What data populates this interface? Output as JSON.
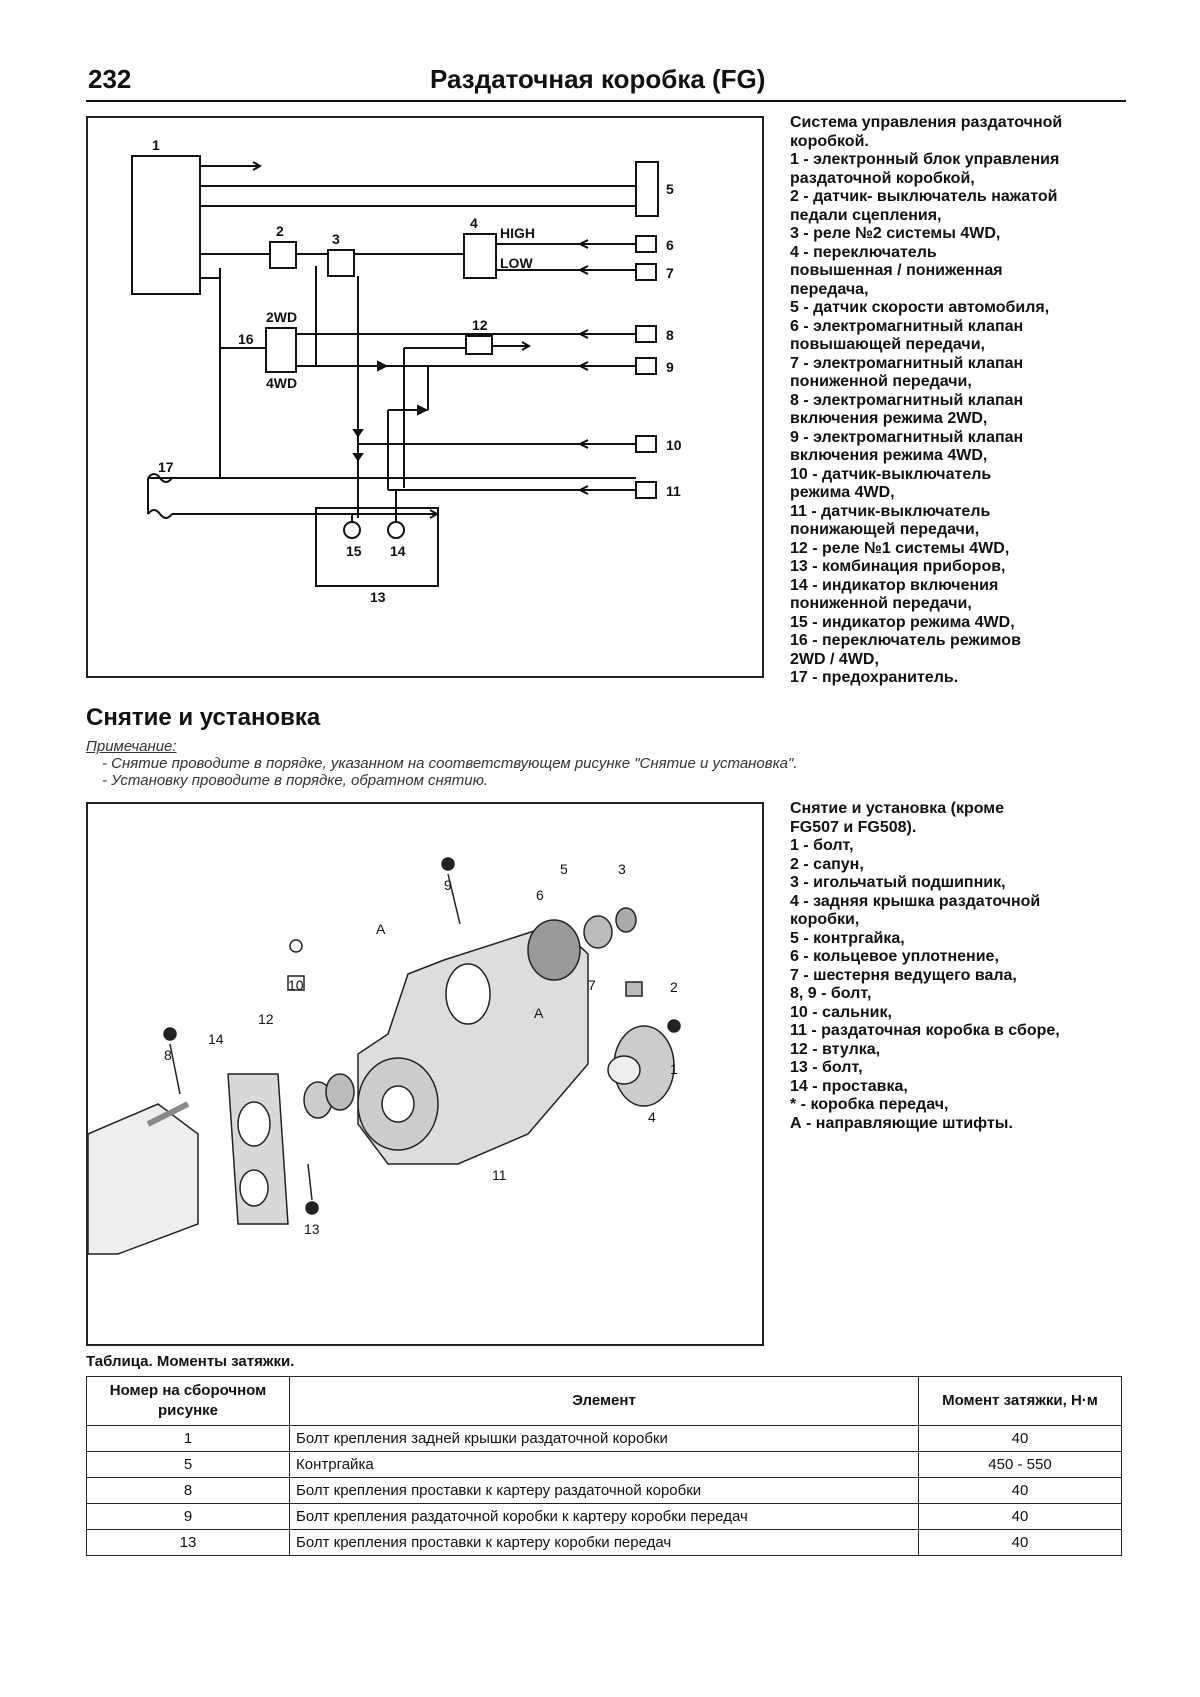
{
  "header": {
    "page_number": "232",
    "title": "Раздаточная коробка (FG)"
  },
  "scheme": {
    "labels": {
      "n1": "1",
      "n2": "2",
      "n3": "3",
      "n4": "4",
      "n5": "5",
      "n6": "6",
      "n7": "7",
      "n8": "8",
      "n9": "9",
      "n10": "10",
      "n11": "11",
      "n12": "12",
      "n13": "13",
      "n14": "14",
      "n15": "15",
      "n16": "16",
      "n17": "17",
      "high": "HIGH",
      "low": "LOW",
      "mode2wd": "2WD",
      "mode4wd": "4WD"
    },
    "legend": [
      "Система управления раздаточной",
      "коробкой.",
      "1 - электронный блок управления",
      "раздаточной коробкой,",
      "2 - датчик- выключатель нажатой",
      "педали сцепления,",
      "3 - реле №2 системы 4WD,",
      "4 - переключатель",
      "повышенная / пониженная",
      "передача,",
      "5 - датчик скорости автомобиля,",
      "6 - электромагнитный клапан",
      "повышающей передачи,",
      "7 - электромагнитный клапан",
      "пониженной передачи,",
      "8 - электромагнитный клапан",
      "включения режима 2WD,",
      "9 - электромагнитный клапан",
      "включения режима 4WD,",
      "10 - датчик-выключатель",
      "режима 4WD,",
      "11 - датчик-выключатель",
      "понижающей передачи,",
      "12 - реле №1 системы 4WD,",
      "13 - комбинация приборов,",
      "14 - индикатор включения",
      "пониженной передачи,",
      "15 - индикатор режима 4WD,",
      "16 - переключатель режимов",
      "2WD / 4WD,",
      "17 - предохранитель."
    ]
  },
  "section": {
    "title": "Снятие и установка",
    "note_title": "Примечание:",
    "note_lines": [
      "- Снятие проводите в порядке, указанном на соответствующем рисунке \"Снятие и установка\".",
      "- Установку проводите в порядке, обратном снятию."
    ]
  },
  "parts": {
    "labels": {
      "p1": "1",
      "p2": "2",
      "p3": "3",
      "p4": "4",
      "p5": "5",
      "p6": "6",
      "p7": "7",
      "p8": "8",
      "p9": "9",
      "p10": "10",
      "p11": "11",
      "p12": "12",
      "p13": "13",
      "p14": "14",
      "pA1": "A",
      "pA2": "A"
    },
    "legend": [
      "Снятие и установка (кроме",
      "FG507 и FG508).",
      "1 - болт,",
      "2 - сапун,",
      "3 - игольчатый подшипник,",
      "4 - задняя крышка раздаточной",
      "коробки,",
      "5 - контргайка,",
      "6 - кольцевое уплотнение,",
      "7 - шестерня ведущего вала,",
      "8, 9 - болт,",
      "10 - сальник,",
      "11 - раздаточная коробка в сборе,",
      "12 - втулка,",
      "13 - болт,",
      "14 - проставка,",
      "* - коробка передач,",
      "А - направляющие штифты."
    ]
  },
  "torque_table": {
    "caption": "Таблица. Моменты затяжки.",
    "headers": [
      "Номер на сборочном рисунке",
      "Элемент",
      "Момент затяжки, Н·м"
    ],
    "rows": [
      [
        "1",
        "Болт крепления задней крышки раздаточной коробки",
        "40"
      ],
      [
        "5",
        "Контргайка",
        "450 - 550"
      ],
      [
        "8",
        "Болт крепления проставки к картеру раздаточной коробки",
        "40"
      ],
      [
        "9",
        "Болт крепления раздаточной коробки к картеру коробки передач",
        "40"
      ],
      [
        "13",
        "Болт крепления проставки к картеру коробки передач",
        "40"
      ]
    ]
  }
}
